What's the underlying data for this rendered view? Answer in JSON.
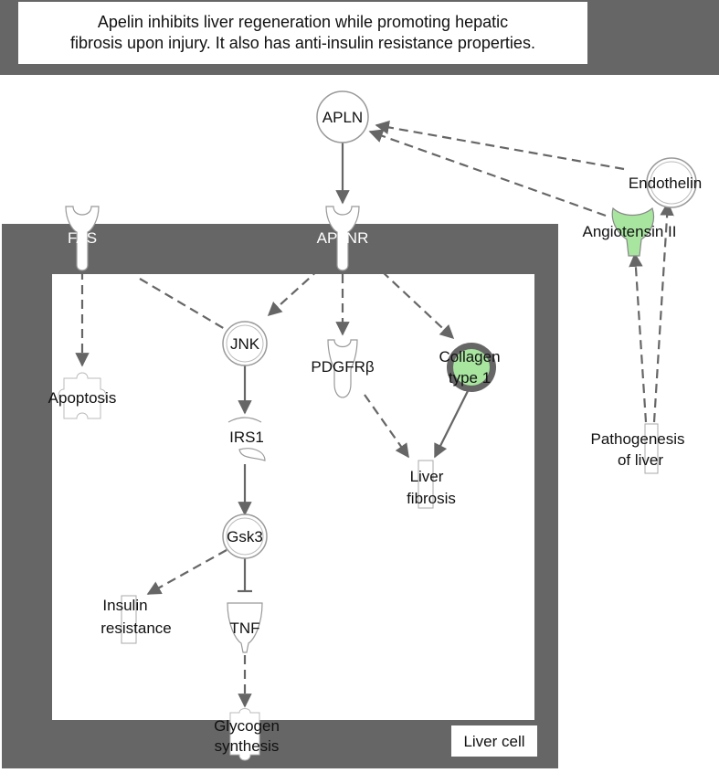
{
  "caption": {
    "line1": "Apelin inhibits liver regeneration while promoting hepatic",
    "line2": "fibrosis upon injury. It also has anti-insulin resistance properties."
  },
  "compartment": {
    "label": "Liver cell"
  },
  "nodes": {
    "apln": "APLN",
    "aplnr": "APLNR",
    "fas": "FAS",
    "jnk": "JNK",
    "apoptosis": "Apoptosis",
    "pdgfrb": "PDGFRβ",
    "collagen_1": "Collagen",
    "collagen_2": "type 1",
    "irs1": "IRS1",
    "liver_fibrosis_1": "Liver",
    "liver_fibrosis_2": "fibrosis",
    "gsk3": "Gsk3",
    "insulin_resistance_1": "Insulin",
    "insulin_resistance_2": "resistance",
    "tnf": "TNF",
    "glycogen_1": "Glycogen",
    "glycogen_2": "synthesis",
    "endothelin": "Endothelin",
    "angiotensin": "Angiotensin II",
    "pathogenesis_1": "Pathogenesis",
    "pathogenesis_2": "of liver"
  },
  "colors": {
    "compartment": "#666666",
    "edge": "#666666",
    "node_outline": "#999999",
    "highlight_green": "#a8e6a0"
  }
}
